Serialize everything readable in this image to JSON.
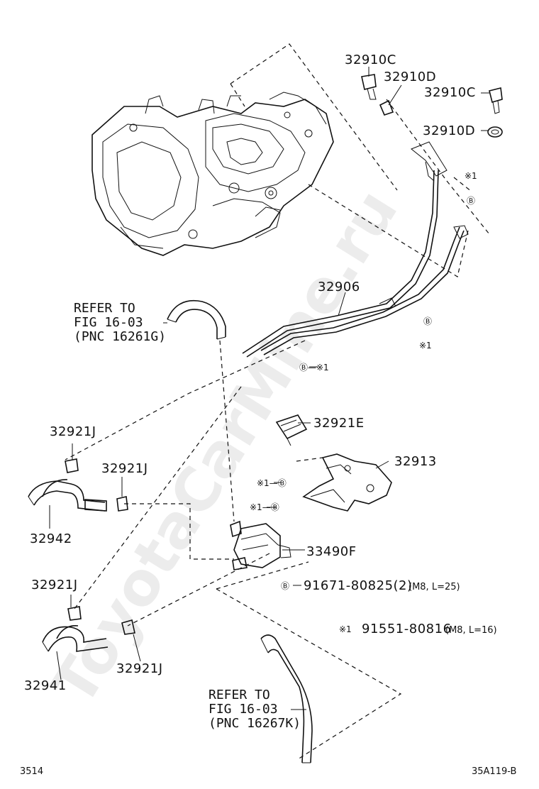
{
  "parts": {
    "p32910C_top": "32910C",
    "p32910D_top": "32910D",
    "p32910C_right": "32910C",
    "p32910D_right": "32910D",
    "p32906": "32906",
    "p32921E": "32921E",
    "p32913": "32913",
    "p32921J_a": "32921J",
    "p32921J_b": "32921J",
    "p32921J_c": "32921J",
    "p32921J_d": "32921J",
    "p32942": "32942",
    "p32941": "32941",
    "p33490F": "33490F"
  },
  "refers": {
    "top": {
      "line1": "REFER TO",
      "line2": "FIG 16-03",
      "line3": "(PNC 16261G)"
    },
    "bottom": {
      "line1": "REFER TO",
      "line2": "FIG 16-03",
      "line3": "(PNC 16267K)"
    }
  },
  "markers": {
    "star1": "※1",
    "b": "Ⓑ",
    "b_star1": "Ⓑ—※1",
    "star1_b": "※1—Ⓑ"
  },
  "notes": {
    "bolt_b_part": "91671-80825(2)",
    "bolt_b_spec": "(M8, L=25)",
    "bolt_star_mark": "※1",
    "bolt_star_part": "91551-80816",
    "bolt_star_spec": "(M8, L=16)"
  },
  "footer": {
    "left": "3514",
    "right": "35A119-B"
  },
  "watermark": "ToyotaCarMine.ru"
}
